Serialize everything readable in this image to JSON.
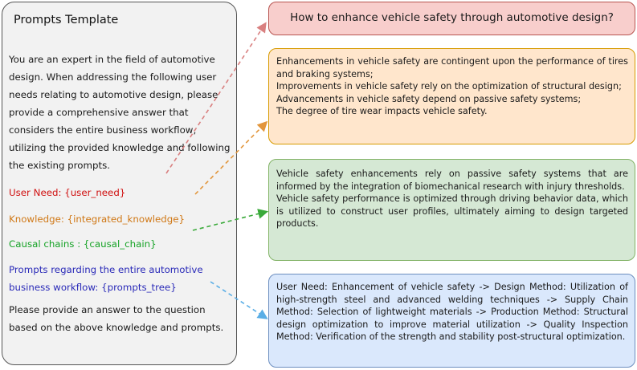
{
  "left_panel": {
    "title": "Prompts Template",
    "intro": "You are an expert in the field of automotive design. When addressing the following user needs relating to automotive design, please provide a comprehensive answer that considers the entire business workflow, utilizing the provided knowledge and following the existing prompts.",
    "user_need": "User Need: {user_need}",
    "knowledge": "Knowledge: {integrated_knowledge}",
    "causal_chains": "Causal chains : {causal_chain}",
    "prompts_tree": "Prompts regarding the entire automotive business workflow: {prompts_tree}",
    "outro": "Please provide an answer to the question based on the above knowledge and prompts."
  },
  "question_box": {
    "text": "How to enhance vehicle safety through automotive design?"
  },
  "knowledge_box": {
    "lines": [
      "Enhancements in vehicle safety are contingent upon the performance of tires and braking systems;",
      "Improvements in vehicle safety rely on the optimization of structural design;",
      "Advancements in vehicle safety depend on passive safety systems;",
      "The degree of tire wear impacts vehicle safety."
    ]
  },
  "causal_box": {
    "lines": [
      "Vehicle safety enhancements rely on passive safety systems that are informed by the integration of biomechanical research with injury thresholds.",
      "Vehicle safety performance is optimized through driving behavior data, which is utilized to construct user profiles, ultimately aiming to design targeted products."
    ]
  },
  "tree_box": {
    "text": "User Need: Enhancement of vehicle safety -> Design Method: Utilization of high-strength steel and advanced welding techniques -> Supply Chain Method: Selection of lightweight materials -> Production Method: Structural design optimization to improve material utilization -> Quality Inspection Method: Verification of the strength and stability post-structural optimization."
  },
  "colors": {
    "user_need": "#d01010",
    "knowledge": "#d07816",
    "causal": "#17a327",
    "tree": "#2a2ab8",
    "question_fill": "#f8cecc",
    "knowledge_fill": "#ffe6cc",
    "causal_fill": "#d5e8d4",
    "tree_fill": "#dae8fc"
  }
}
